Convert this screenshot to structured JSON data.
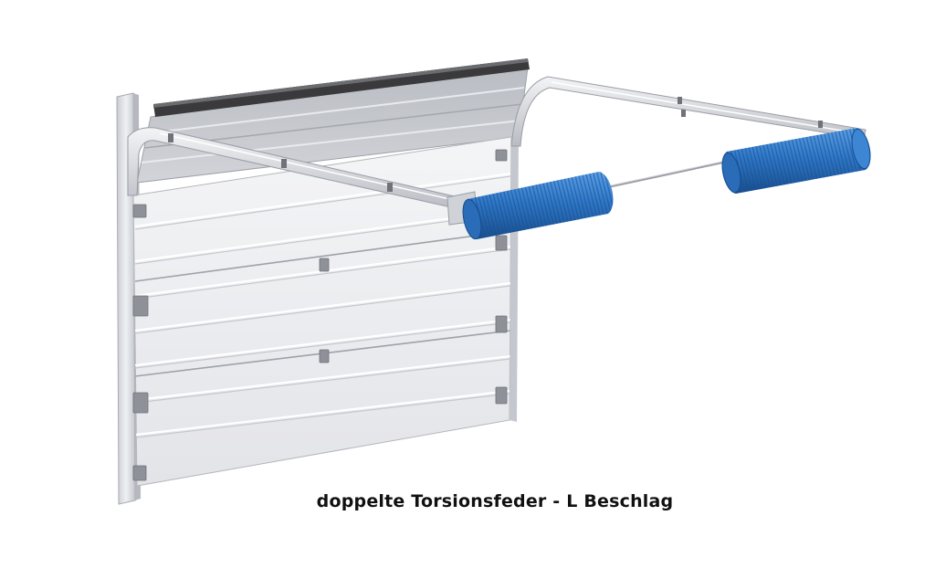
{
  "caption": "doppelte Torsionsfeder - L Beschlag",
  "colors": {
    "background": "#ffffff",
    "door_panel": "#ececef",
    "door_groove": "#c9cbd0",
    "frame": "#d9dbe0",
    "rail": "#e2e4e8",
    "top_seal": "#3a3a3c",
    "spring": "#2f78c8",
    "spring_dark": "#1f5ea6",
    "shaft": "#9a9ca2"
  },
  "objects": [
    {
      "name": "garage-door",
      "kind": "sectional-door"
    },
    {
      "name": "torsion-spring-left",
      "kind": "spring"
    },
    {
      "name": "torsion-spring-right",
      "kind": "spring"
    },
    {
      "name": "torsion-shaft",
      "kind": "shaft"
    },
    {
      "name": "left-track",
      "kind": "rail"
    },
    {
      "name": "right-track",
      "kind": "rail"
    }
  ]
}
